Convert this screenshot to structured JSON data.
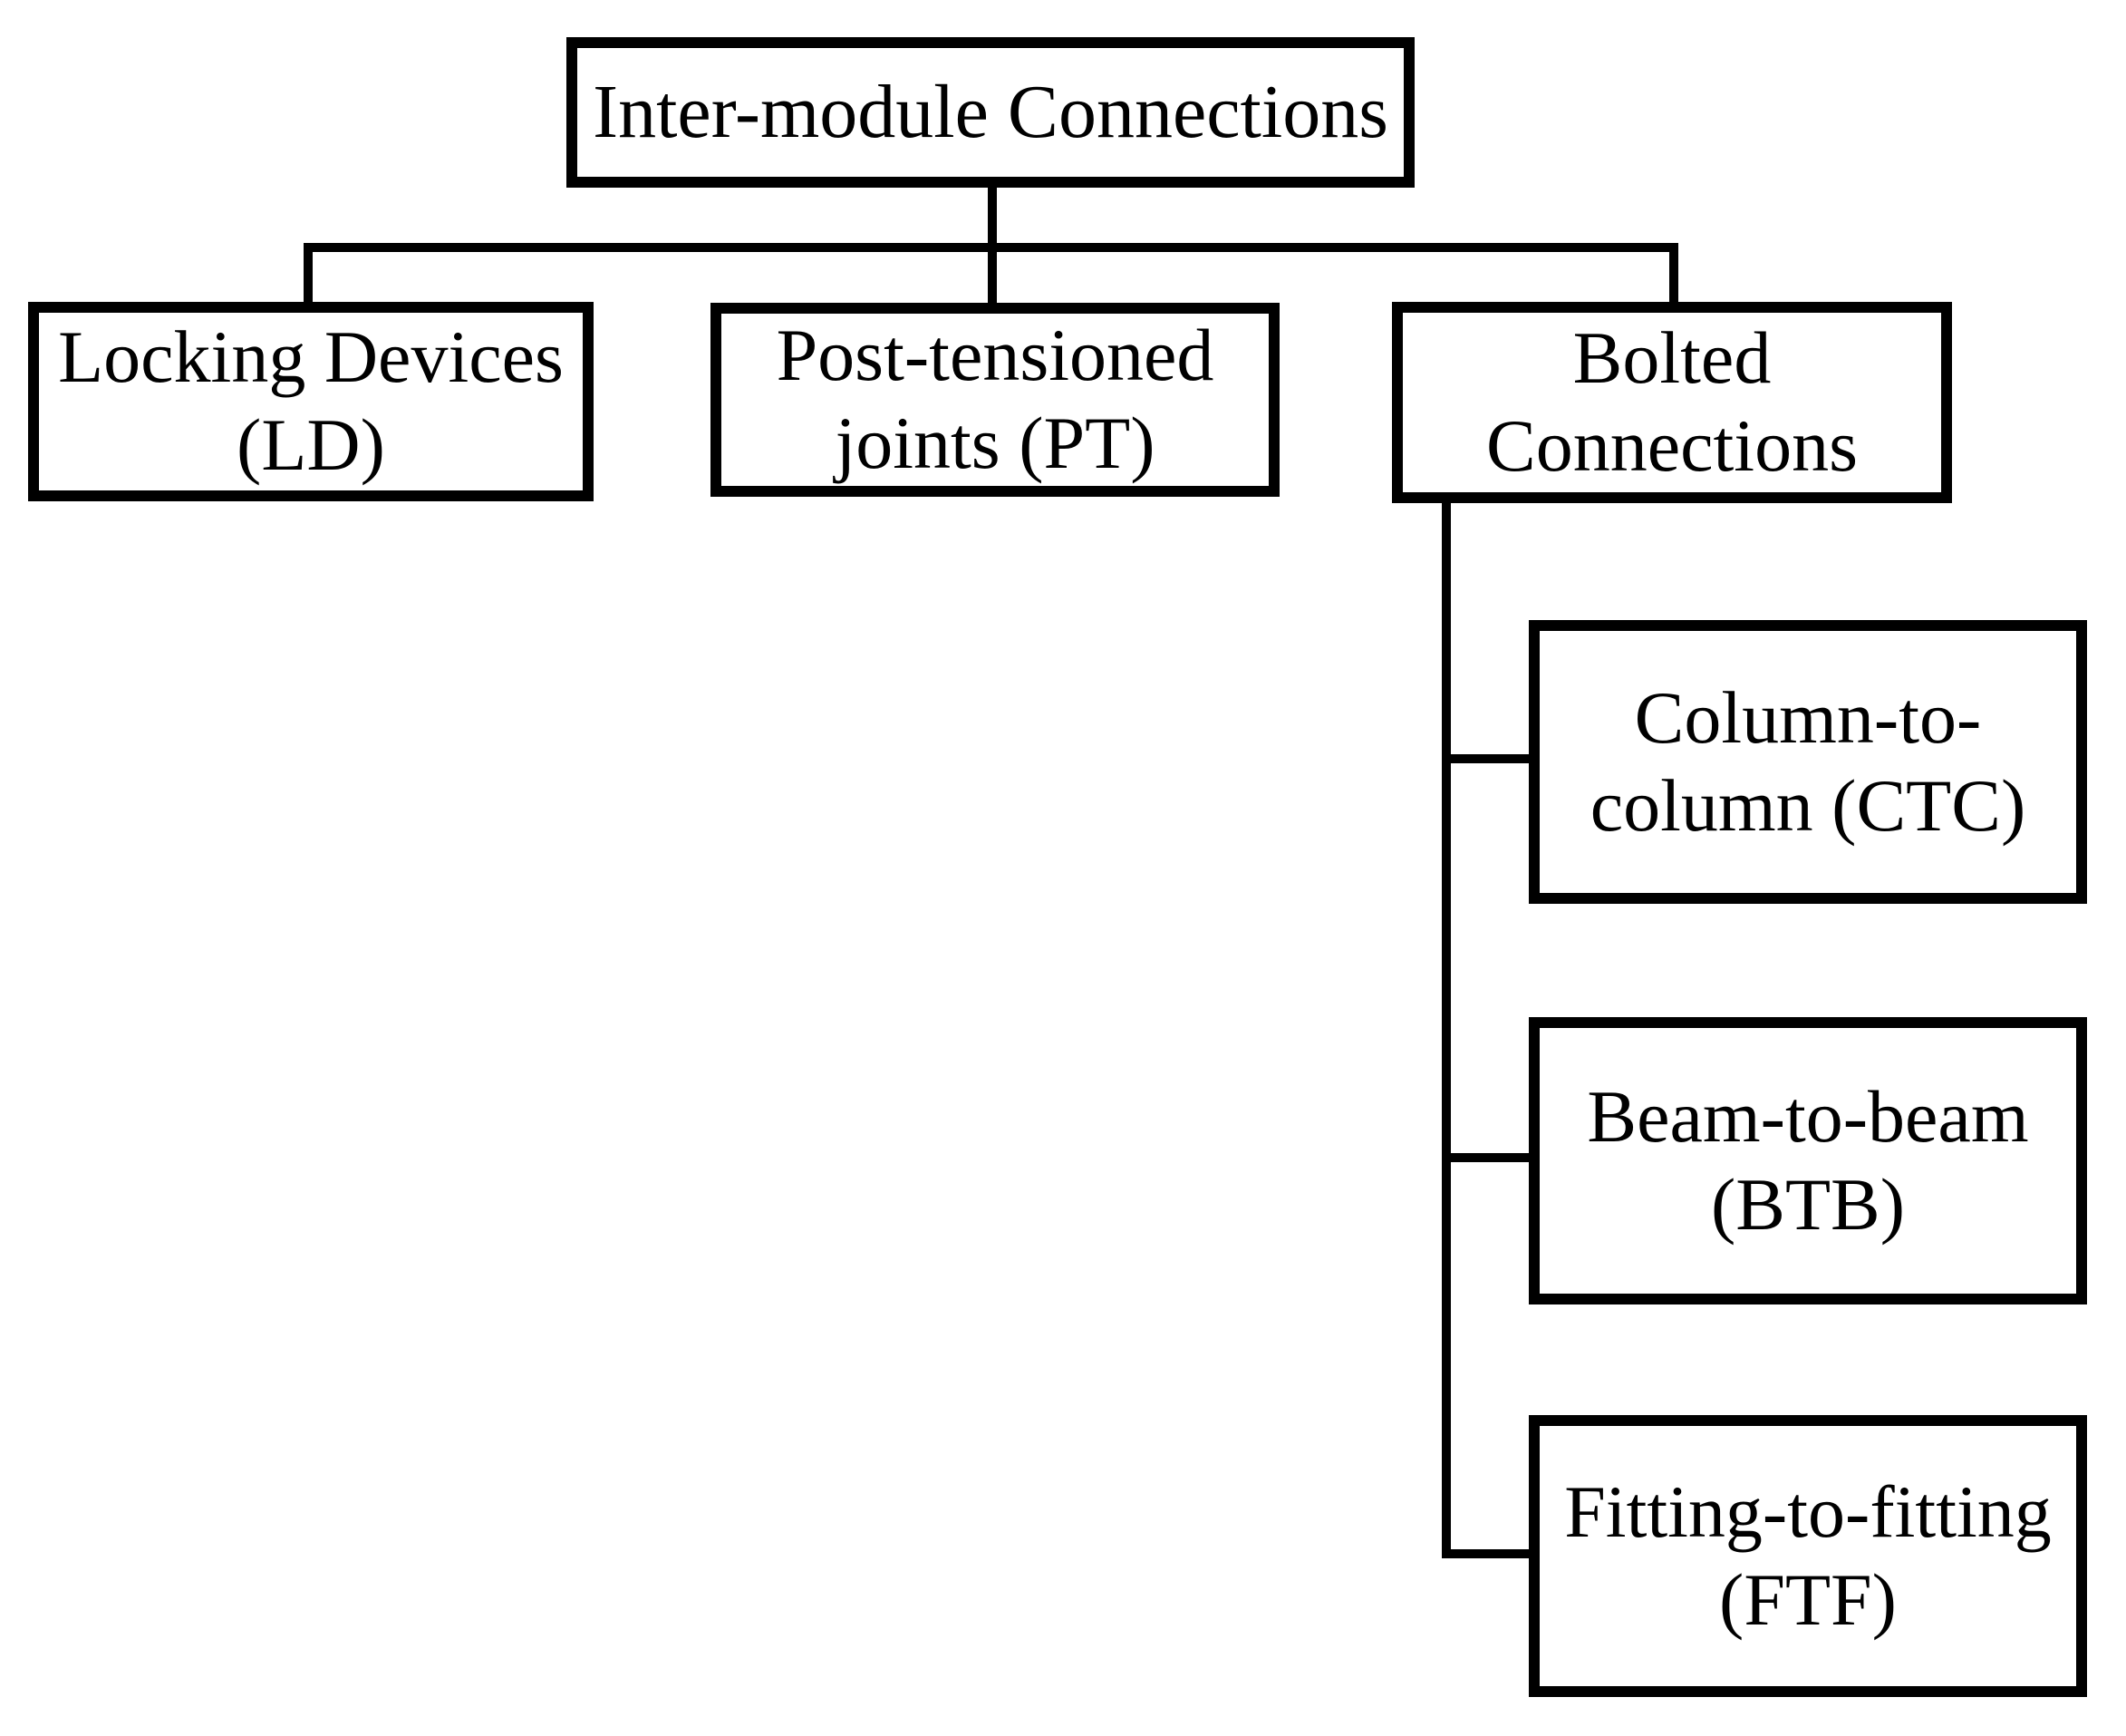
{
  "diagram": {
    "type": "tree",
    "title": "Inter-module Connections",
    "colors": {
      "background": "#ffffff",
      "line": "#000000",
      "box_fill": "#ffffff",
      "text": "#000000"
    },
    "nodes": {
      "root": {
        "lines": [
          "Inter-module Connections"
        ]
      },
      "ld": {
        "lines": [
          "Locking Devices",
          "(LD)"
        ]
      },
      "pt": {
        "lines": [
          "Post-tensioned",
          "joints (PT)"
        ]
      },
      "bolted": {
        "lines": [
          "Bolted",
          "Connections"
        ]
      },
      "ctc": {
        "lines": [
          "Column-to-",
          "column (CTC)"
        ]
      },
      "btb": {
        "lines": [
          "Beam-to-beam",
          "(BTB)"
        ]
      },
      "ftf": {
        "lines": [
          "Fitting-to-fitting",
          "(FTF)"
        ]
      }
    },
    "edges": [
      {
        "from": "Inter-module Connections",
        "to": "Locking Devices (LD)"
      },
      {
        "from": "Inter-module Connections",
        "to": "Post-tensioned joints (PT)"
      },
      {
        "from": "Inter-module Connections",
        "to": "Bolted Connections"
      },
      {
        "from": "Bolted Connections",
        "to": "Column-to-column (CTC)"
      },
      {
        "from": "Bolted Connections",
        "to": "Beam-to-beam (BTB)"
      },
      {
        "from": "Bolted Connections",
        "to": "Fitting-to-fitting (FTF)"
      }
    ]
  }
}
